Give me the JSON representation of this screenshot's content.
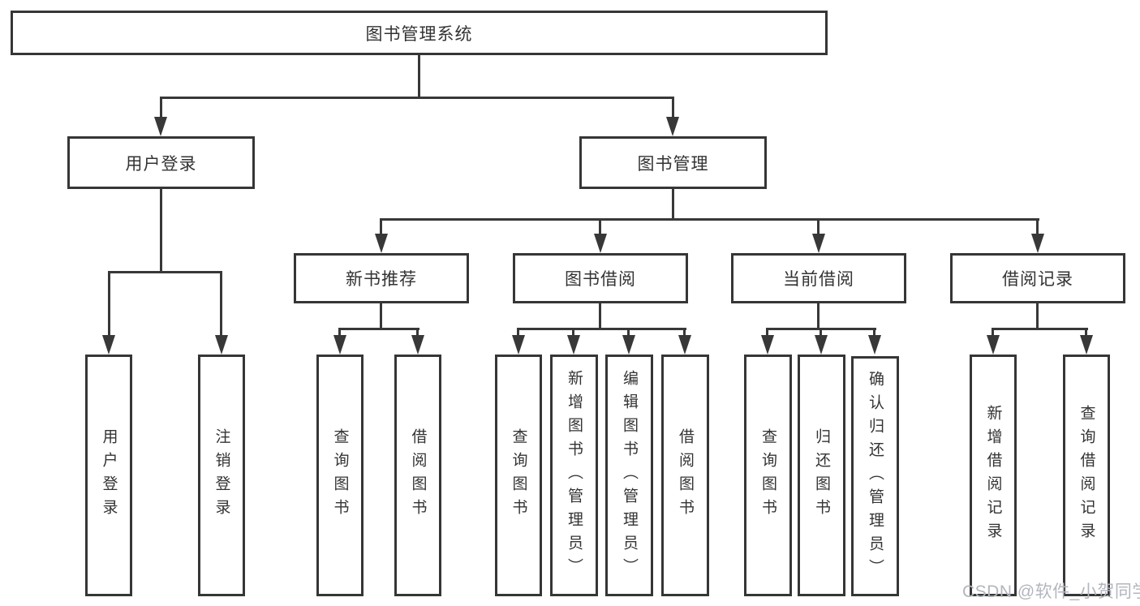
{
  "tree": {
    "root": {
      "label": "图书管理系统",
      "children": [
        {
          "label": "用户登录",
          "children": [
            {
              "label": "用户登录"
            },
            {
              "label": "注销登录"
            }
          ]
        },
        {
          "label": "图书管理",
          "children": [
            {
              "label": "新书推荐",
              "children": [
                {
                  "label": "查询图书"
                },
                {
                  "label": "借阅图书"
                }
              ]
            },
            {
              "label": "图书借阅",
              "children": [
                {
                  "label": "查询图书"
                },
                {
                  "label": "新增图书（管理员）"
                },
                {
                  "label": "编辑图书（管理员）"
                },
                {
                  "label": "借阅图书"
                }
              ]
            },
            {
              "label": "当前借阅",
              "children": [
                {
                  "label": "查询图书"
                },
                {
                  "label": "归还图书"
                },
                {
                  "label": "确认归还（管理员）"
                }
              ]
            },
            {
              "label": "借阅记录",
              "children": [
                {
                  "label": "新增借阅记录"
                },
                {
                  "label": "查询借阅记录"
                }
              ]
            }
          ]
        }
      ]
    }
  },
  "watermark": {
    "text": "CSDN @软件_小贺同学"
  },
  "colors": {
    "line": "#383838",
    "box_border": "#363636",
    "text": "#333333",
    "background": "#ffffff",
    "watermark": "#b3b6bd"
  }
}
